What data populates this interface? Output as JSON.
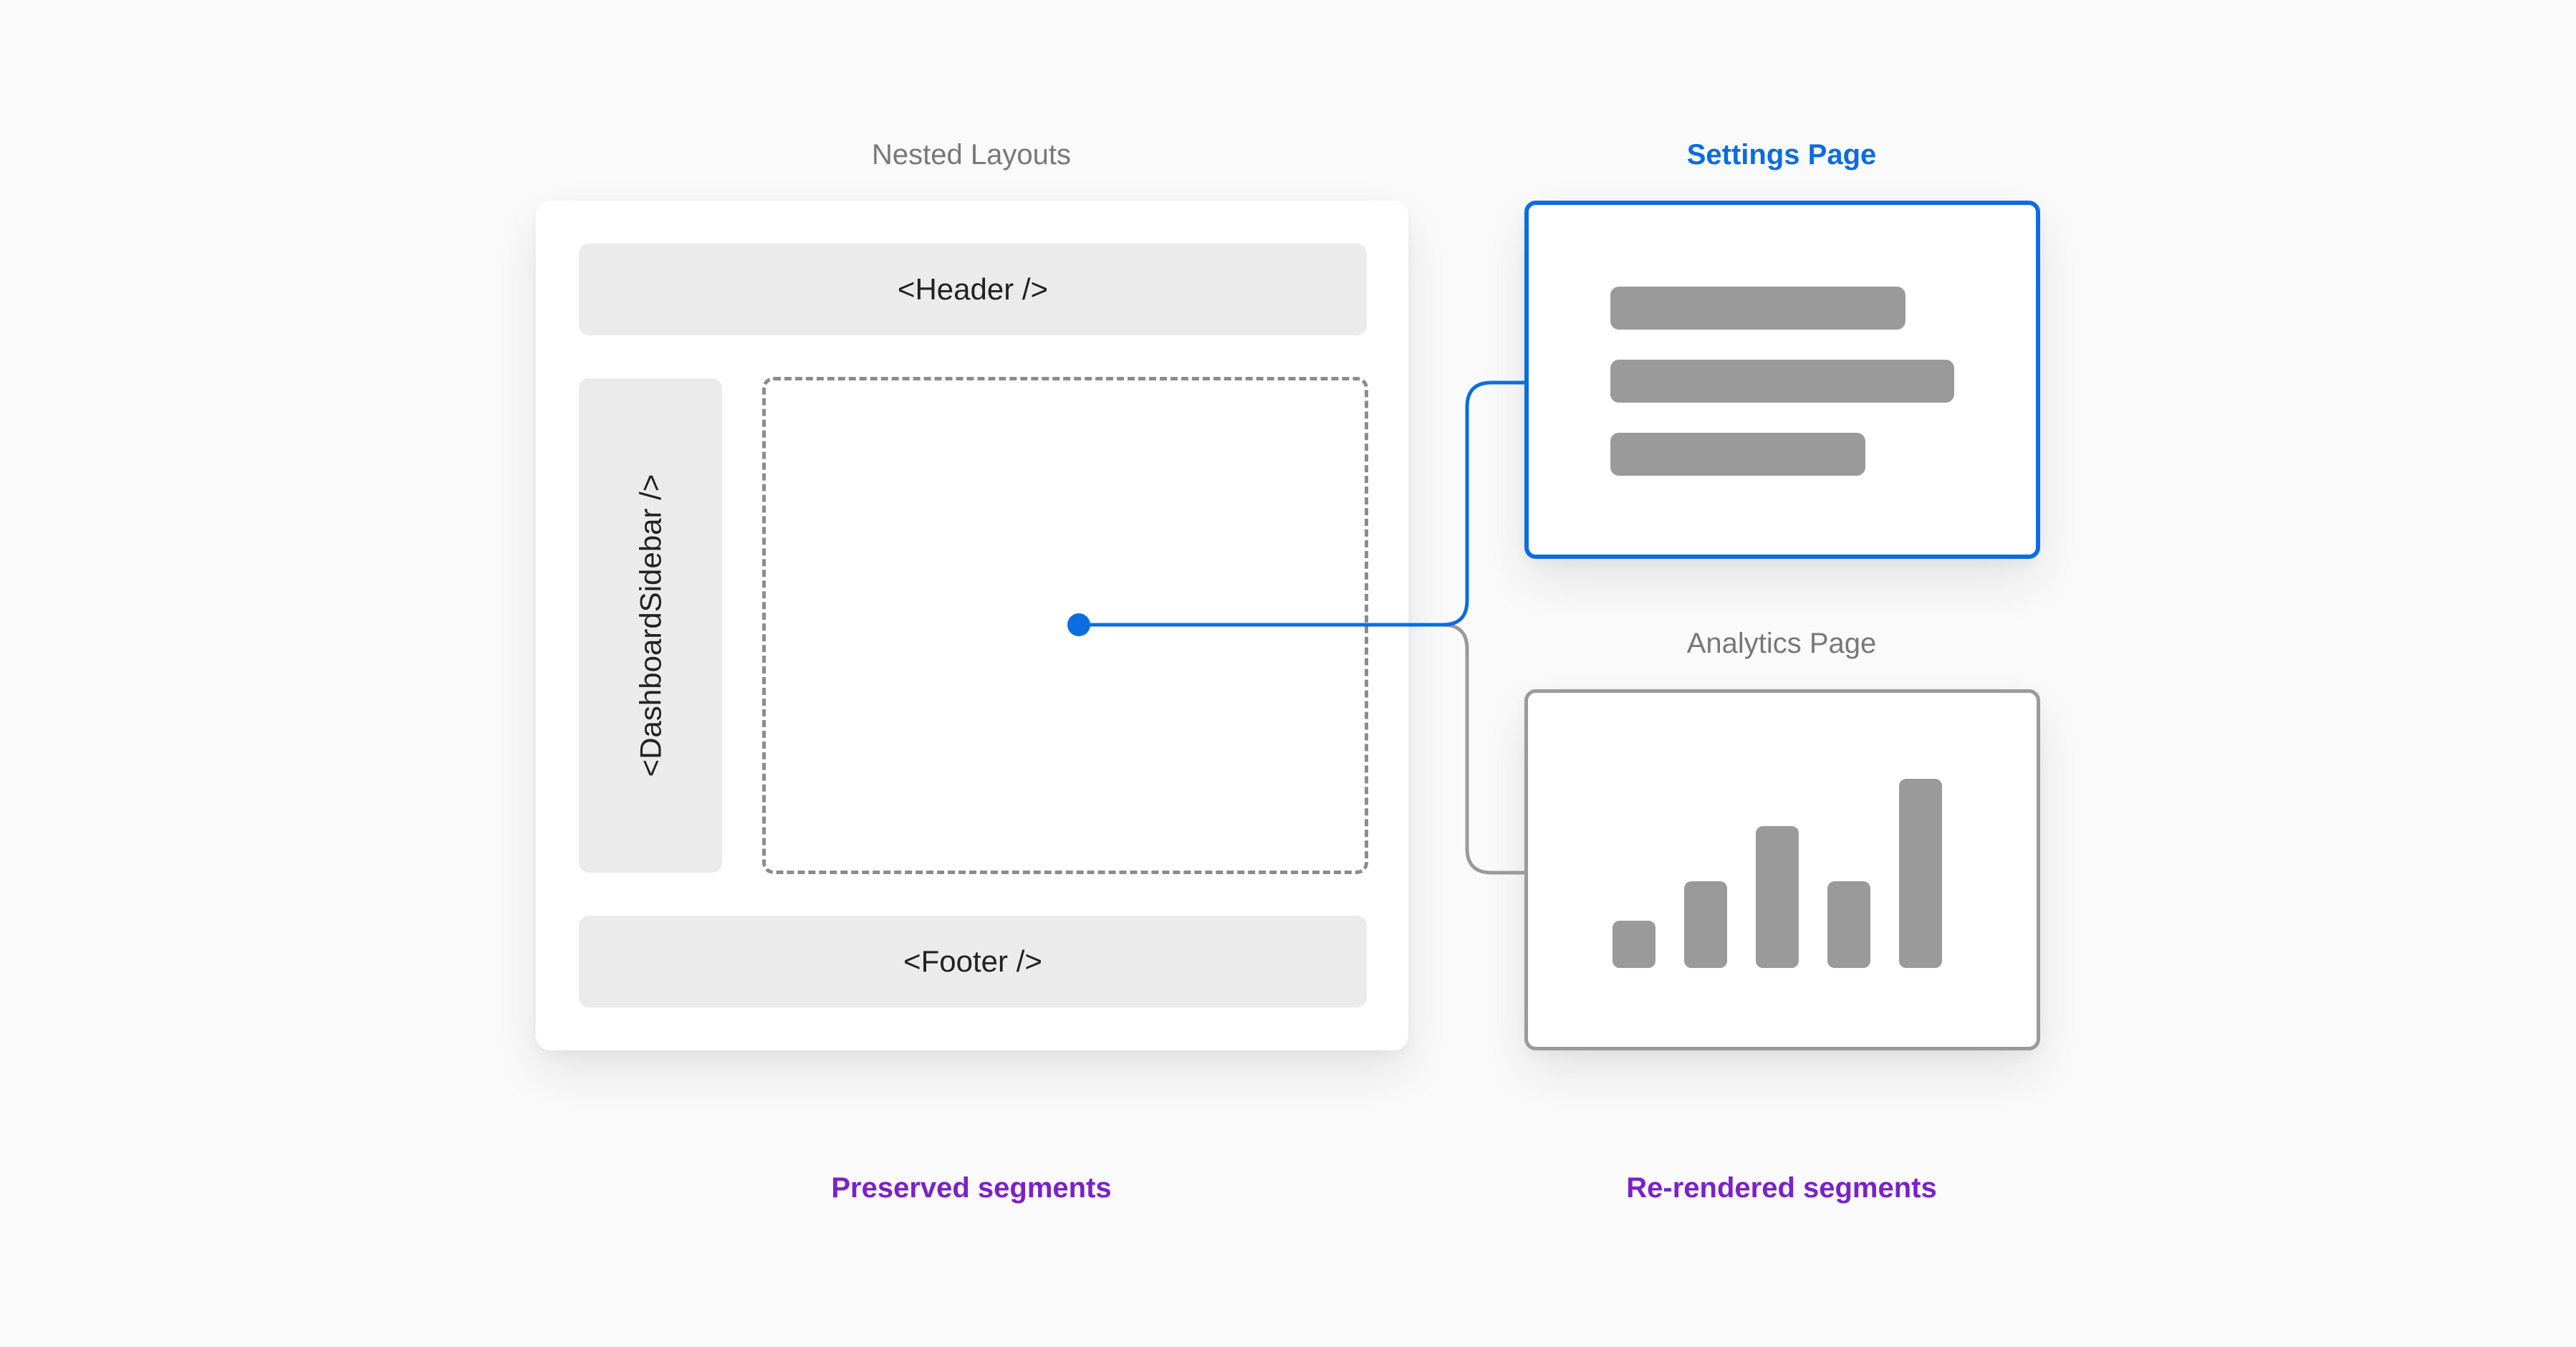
{
  "title_layouts": "Nested Layouts",
  "title_settings": "Settings Page",
  "title_analytics": "Analytics Page",
  "header_component": "<Header />",
  "sidebar_component": "<DashboardSidebar />",
  "footer_component": "<Footer />",
  "caption_preserved": "Preserved segments",
  "caption_rerendered": "Re-rendered segments",
  "analytics_bars": [
    0.25,
    0.46,
    0.75,
    0.46,
    1.0
  ],
  "colors": {
    "active": "#0a6de0",
    "inactive": "#9a9a9a",
    "caption": "#7b22c6",
    "background": "#fafafa"
  }
}
